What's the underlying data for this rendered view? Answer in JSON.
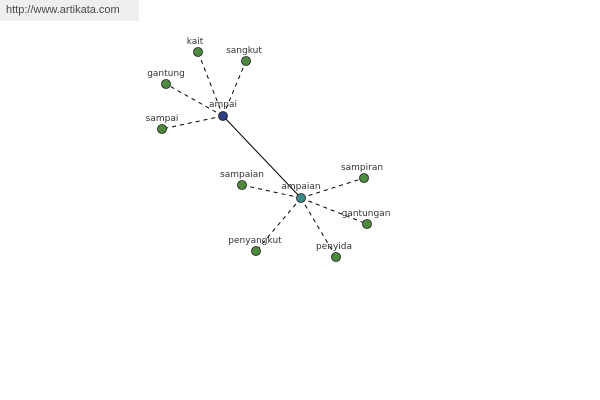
{
  "banner": {
    "text": "http://www.artikata.com"
  },
  "graph": {
    "hubs": [
      {
        "id": "ampai",
        "label": "ampai",
        "color": "#2e3e84"
      },
      {
        "id": "ampaian",
        "label": "ampaian",
        "color": "#3c8a8a"
      }
    ],
    "leaves": [
      {
        "id": "kait",
        "label": "kait",
        "hub": "ampai"
      },
      {
        "id": "sangkut",
        "label": "sangkut",
        "hub": "ampai"
      },
      {
        "id": "gantung",
        "label": "gantung",
        "hub": "ampai"
      },
      {
        "id": "sampai",
        "label": "sampai",
        "hub": "ampai"
      },
      {
        "id": "sampaian",
        "label": "sampaian",
        "hub": "ampaian"
      },
      {
        "id": "sampiran",
        "label": "sampiran",
        "hub": "ampaian"
      },
      {
        "id": "gantungan",
        "label": "gantungan",
        "hub": "ampaian"
      },
      {
        "id": "penyangkut",
        "label": "penyangkut",
        "hub": "ampaian"
      },
      {
        "id": "penyida",
        "label": "penyida",
        "hub": "ampaian"
      }
    ],
    "hub_link": [
      "ampai",
      "ampaian"
    ],
    "leaf_color": "#4e8a3e",
    "edge_color": "#000000"
  }
}
